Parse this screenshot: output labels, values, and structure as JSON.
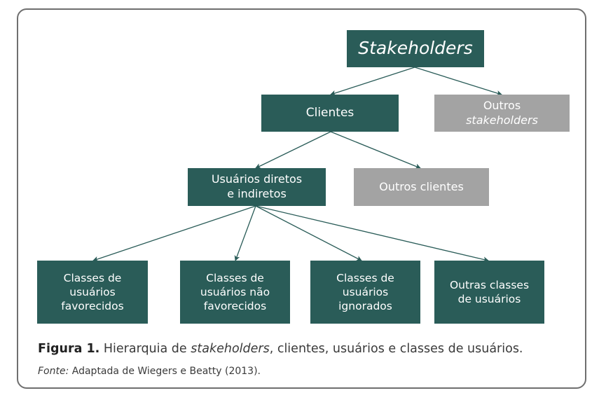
{
  "diagram": {
    "nodes": {
      "stakeholders": {
        "lines": [
          "Stakeholders"
        ]
      },
      "clientes": {
        "lines": [
          "Clientes"
        ]
      },
      "outros_stakeholders": {
        "lines": [
          "Outros",
          "stakeholders"
        ]
      },
      "usuarios": {
        "lines": [
          "Usuários diretos",
          "e indiretos"
        ]
      },
      "outros_clientes": {
        "lines": [
          "Outros clientes"
        ]
      },
      "classes_favorecidos": {
        "lines": [
          "Classes de",
          "usuários",
          "favorecidos"
        ]
      },
      "classes_nao_favorecidos": {
        "lines": [
          "Classes de",
          "usuários não",
          "favorecidos"
        ]
      },
      "classes_ignorados": {
        "lines": [
          "Classes de",
          "usuários",
          "ignorados"
        ]
      },
      "outras_classes": {
        "lines": [
          "Outras classes",
          "de usuários"
        ]
      }
    },
    "colors": {
      "primary": "#2a5c58",
      "secondary": "#a3a3a3",
      "edge": "#2a5c58",
      "frame": "#6f6f6f"
    }
  },
  "caption": {
    "label": "Figura 1.",
    "text_before": " Hierarquia de ",
    "text_italic": "stakeholders",
    "text_after": ", clientes, usuários e classes de usuários."
  },
  "source": {
    "label": "Fonte:",
    "text": " Adaptada de Wiegers e Beatty (2013)."
  }
}
